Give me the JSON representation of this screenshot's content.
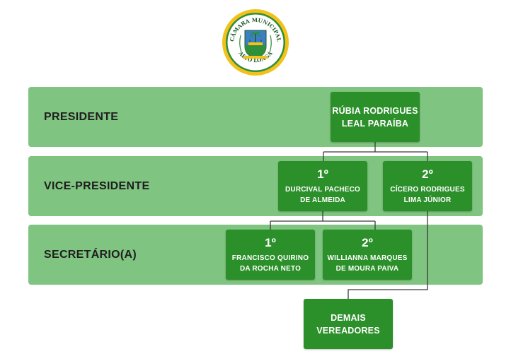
{
  "colors": {
    "band": "#80c481",
    "box": "#2b8f2a",
    "line": "#3a3a3a"
  },
  "logo": {
    "top_text": "CÂMARA MUNICIPAL",
    "bottom_text": "ALTO LONGÁ"
  },
  "rows": [
    {
      "label": "PRESIDENTE"
    },
    {
      "label": "VICE-PRESIDENTE"
    },
    {
      "label": "SECRETÁRIO(A)"
    }
  ],
  "members": {
    "president": {
      "line1": "RÚBIA RODRIGUES",
      "line2": "LEAL PARAÍBA"
    },
    "vice1": {
      "order": "1º",
      "line1": "DURCIVAL PACHECO",
      "line2": "DE ALMEIDA"
    },
    "vice2": {
      "order": "2º",
      "line1": "CÍCERO RODRIGUES",
      "line2": "LIMA JÚNIOR"
    },
    "sec1": {
      "order": "1º",
      "line1": "FRANCISCO QUIRINO",
      "line2": "DA ROCHA NETO"
    },
    "sec2": {
      "order": "2º",
      "line1": "WILLIANNA MARQUES",
      "line2": "DE MOURA PAIVA"
    },
    "others": {
      "line1": "DEMAIS",
      "line2": "VEREADORES"
    }
  }
}
